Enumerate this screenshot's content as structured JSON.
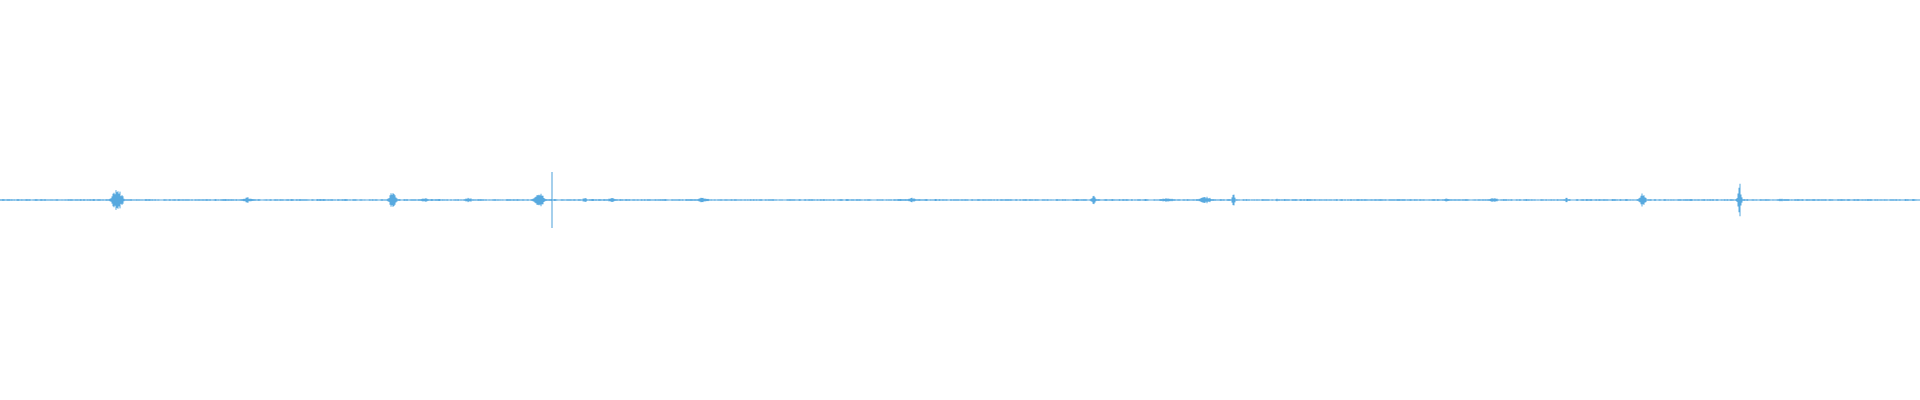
{
  "waveform": {
    "color": "#57a9df",
    "playhead_color": "#4a9fd8",
    "background": "#ffffff",
    "playhead_fraction": 0.2875,
    "events": [
      {
        "t": 0.061,
        "amp": 0.42,
        "dur": 0.007
      },
      {
        "t": 0.129,
        "amp": 0.1,
        "dur": 0.006
      },
      {
        "t": 0.2045,
        "amp": 0.32,
        "dur": 0.0045
      },
      {
        "t": 0.221,
        "amp": 0.07,
        "dur": 0.009
      },
      {
        "t": 0.244,
        "amp": 0.08,
        "dur": 0.006
      },
      {
        "t": 0.281,
        "amp": 0.3,
        "dur": 0.006
      },
      {
        "t": 0.3045,
        "amp": 0.1,
        "dur": 0.003
      },
      {
        "t": 0.3185,
        "amp": 0.08,
        "dur": 0.005
      },
      {
        "t": 0.366,
        "amp": 0.09,
        "dur": 0.008
      },
      {
        "t": 0.413,
        "amp": 0.05,
        "dur": 0.002
      },
      {
        "t": 0.4745,
        "amp": 0.09,
        "dur": 0.006
      },
      {
        "t": 0.5695,
        "amp": 0.16,
        "dur": 0.003
      },
      {
        "t": 0.608,
        "amp": 0.07,
        "dur": 0.01
      },
      {
        "t": 0.628,
        "amp": 0.12,
        "dur": 0.009
      },
      {
        "t": 0.6425,
        "amp": 0.25,
        "dur": 0.002
      },
      {
        "t": 0.665,
        "amp": 0.05,
        "dur": 0.002
      },
      {
        "t": 0.708,
        "amp": 0.04,
        "dur": 0.006
      },
      {
        "t": 0.753,
        "amp": 0.06,
        "dur": 0.003
      },
      {
        "t": 0.778,
        "amp": 0.08,
        "dur": 0.006
      },
      {
        "t": 0.816,
        "amp": 0.1,
        "dur": 0.002
      },
      {
        "t": 0.8555,
        "amp": 0.25,
        "dur": 0.004
      },
      {
        "t": 0.906,
        "amp": 0.62,
        "dur": 0.0025
      },
      {
        "t": 0.928,
        "amp": 0.05,
        "dur": 0.01
      }
    ]
  }
}
